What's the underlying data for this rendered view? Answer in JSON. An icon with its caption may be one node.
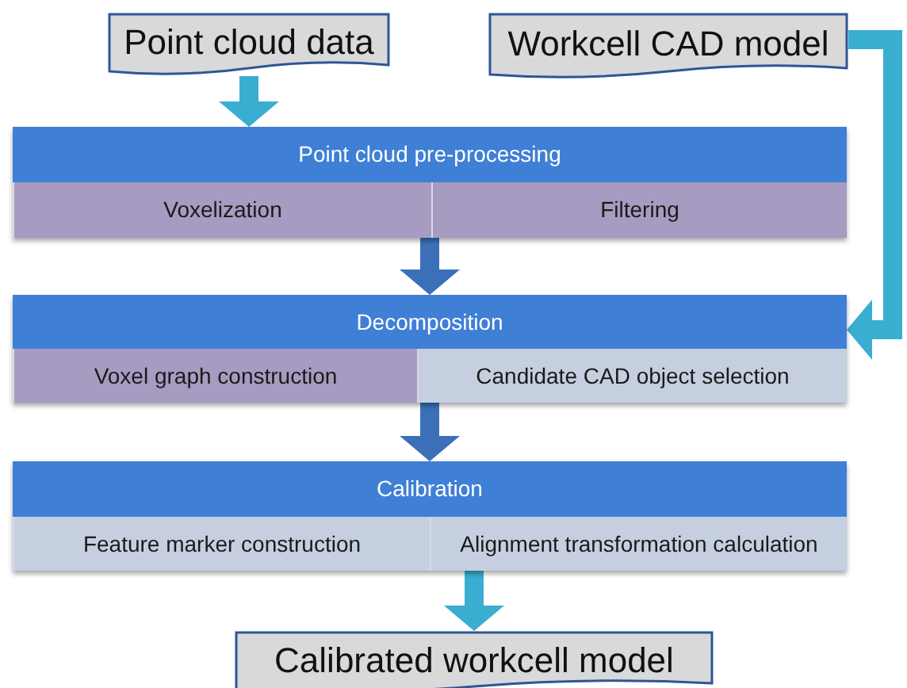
{
  "diagram": {
    "nodes": [
      {
        "text": [
          "Point cloud data"
        ]
      },
      {
        "text": [
          "Workcell CAD model"
        ]
      },
      {
        "text": [
          "Point cloud pre-processing"
        ]
      },
      {
        "text": [
          "Voxelization"
        ],
        "in": 2
      },
      {
        "text": [
          "Filtering"
        ],
        "in": 2
      },
      {
        "text": [
          "Decomposition"
        ]
      },
      {
        "text": [
          "Voxel graph construction"
        ],
        "in": 5
      },
      {
        "text": [
          "Candidate CAD object selection"
        ],
        "in": 5
      },
      {
        "text": [
          "Calibration"
        ]
      },
      {
        "text": [
          "Feature marker construction"
        ],
        "in": 8
      },
      {
        "text": [
          "Alignment transformation calculation"
        ],
        "in": 8
      },
      {
        "text": [
          "Calibrated workcell model"
        ]
      }
    ],
    "edges": [
      {
        "from": 0,
        "to": 2,
        "arrow": "to"
      },
      {
        "from": 2,
        "to": 5,
        "arrow": "to",
        "color": "#3b70b9"
      },
      {
        "from": 1,
        "to": 5,
        "arrow": "to"
      },
      {
        "from": 5,
        "to": 8,
        "arrow": "to",
        "color": "#3b70b9"
      },
      {
        "from": 8,
        "to": 11,
        "arrow": "to"
      }
    ]
  }
}
